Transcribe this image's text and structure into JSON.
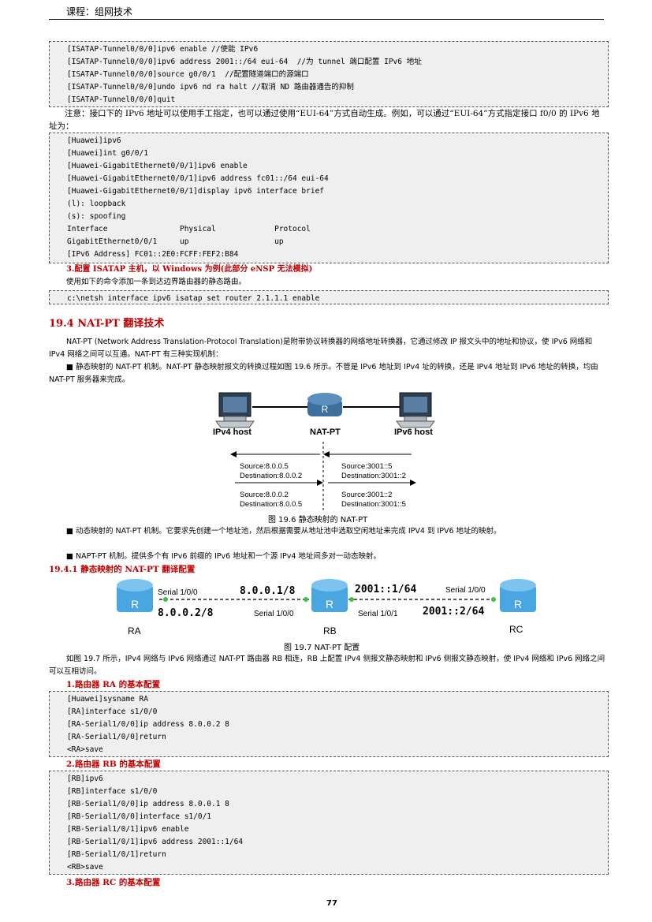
{
  "header": {
    "course": "课程：组网技术"
  },
  "code1": [
    "[ISATAP-Tunnel0/0/0]ipv6 enable //使能 IPv6",
    "[ISATAP-Tunnel0/0/0]ipv6 address 2001::/64 eui-64  //为 tunnel 端口配置 IPv6 地址",
    "[ISATAP-Tunnel0/0/0]source g0/0/1  //配置隧道端口的源端口",
    "[ISATAP-Tunnel0/0/0]undo ipv6 nd ra halt //取消 ND 路由器通告的抑制",
    "[ISATAP-Tunnel0/0/0]quit"
  ],
  "note1": "注意：接口下的 IPv6 地址可以使用手工指定，也可以通过使用“EUI-64”方式自动生成。例如，可以通过“EUI-64”方式指定接口 f0/0 的 IPv6 地址为：",
  "code2": [
    "[Huawei]ipv6",
    "[Huawei]int g0/0/1",
    "[Huawei-GigabitEthernet0/0/1]ipv6 enable",
    "[Huawei-GigabitEthernet0/0/1]ipv6 address fc01::/64 eui-64",
    "[Huawei-GigabitEthernet0/0/1]display ipv6 interface brief",
    "(l): loopback",
    "(s): spoofing",
    "Interface                Physical             Protocol",
    "GigabitEthernet0/0/1     up                   up",
    "[IPv6 Address] FC01::2E0:FCFF:FEF2:B84"
  ],
  "step3": "3.配置 ISATAP 主机，以 Windows 为例(此部分 eNSP 无法模拟)",
  "step3_desc": "使用如下的命令添加一条到达边界路由器的静态路由。",
  "code3": [
    "c:\\netsh interface ipv6 isatap set router 2.1.1.1 enable"
  ],
  "section": "19.4  NAT-PT 翻译技术",
  "p1": "NAT-PT (Network Address Translation-Protocol Translation)是附带协议转换器的网络地址转换器，它通过修改 IP 报文头中的地址和协议，使 IPv6 网络和 IPv4 网络之间可以互通。NAT-PT 有三种实现机制：",
  "p2": "■ 静态映射的 NAT-PT 机制。NAT-PT 静态映射报文的转换过程如图 19.6 所示。不管是 IPv6 地址到 IPv4 址的转换，还是 IPv4 地址到 IPv6 地址的转换，均由 NAT-PT 服务器来完成。",
  "fig1": {
    "ipv4_host": "IPv4 host",
    "natpt": "NAT-PT",
    "ipv6_host": "IPv6 host",
    "router_letter": "R",
    "l1_src": "Source:8.0.0.5",
    "l1_dst": "Destination:8.0.0.2",
    "r1_src": "Source:3001::5",
    "r1_dst": "Destination:3001::2",
    "l2_src": "Source:8.0.0.2",
    "l2_dst": "Destination:8.0.0.5",
    "r2_src": "Source:3001::2",
    "r2_dst": "Destination:3001::5",
    "caption": "图  19.6  静态映射的 NAT-PT"
  },
  "p3": "■ 动态映射的 NAT-PT 机制。它要求先创建一个地址池，然后根据需要从地址池中选取空闲地址来完成 IPV4 到 IPV6 地址的映射。",
  "p4": "■ NAPT-PT 机制。提供多个有 IPv6 前缀的 IPv6 地址和一个源 IPv4 地址间多对一动态映射。",
  "sub": "19.4.1  静态映射的 NAT-PT 翻译配置",
  "fig2": {
    "ra": "RA",
    "rb": "RB",
    "rc": "RC",
    "letter": "R",
    "ra_port": "Serial 1/0/0",
    "rb_port_l": "Serial 1/0/0",
    "rb_port_r": "Serial 1/0/1",
    "rc_port": "Serial 1/0/0",
    "addr1": "8.0.0.1/8",
    "addr2": "8.0.0.2/8",
    "addr3": "2001::1/64",
    "addr4": "2001::2/64",
    "caption": "图  19.7 NAT-PT 配置"
  },
  "p5": "如图 19.7 所示，IPv4 网络与 IPv6 网络通过 NAT-PT 路由器 RB 相连，RB 上配置 IPv4 侧报文静态映射和 IPv6 侧报文静态映射，使 IPv4 网络和 IPv6 网络之间可以互相访问。",
  "h1": "1.路由器 RA 的基本配置",
  "code4": [
    "[Huawei]sysname RA",
    "[RA]interface s1/0/0",
    "[RA-Serial1/0/0]ip address 8.0.0.2 8",
    "[RA-Serial1/0/0]return",
    "<RA>save"
  ],
  "h2": "2.路由器 RB 的基本配置",
  "code5": [
    "[RB]ipv6",
    "[RB]interface s1/0/0",
    "[RB-Serial1/0/0]ip address 8.0.0.1 8",
    "[RB-Serial1/0/0]interface s1/0/1",
    "[RB-Serial1/0/1]ipv6 enable",
    "[RB-Serial1/0/1]ipv6 address 2001::1/64",
    "[RB-Serial1/0/1]return",
    "<RB>save"
  ],
  "h3": "3.路由器 RC 的基本配置",
  "page": "77"
}
